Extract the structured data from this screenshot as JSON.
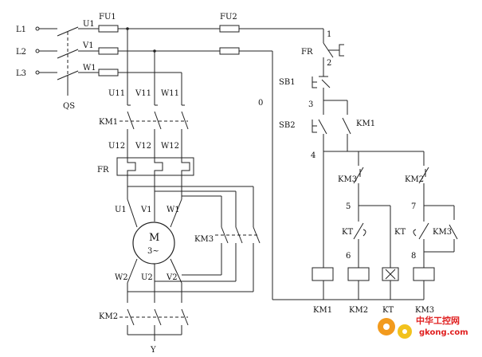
{
  "labels": {
    "l1": "L1",
    "l2": "L2",
    "l3": "L3",
    "qs": "QS",
    "u1": "U1",
    "v1": "V1",
    "w1": "W1",
    "fu1": "FU1",
    "fu2": "FU2",
    "u11": "U11",
    "v11": "V11",
    "w11": "W11",
    "km1_main": "KM1",
    "u12": "U12",
    "v12": "V12",
    "w12": "W12",
    "fr_main": "FR",
    "mu1": "U1",
    "mv1": "V1",
    "mw1": "W1",
    "mw2": "W2",
    "mu2": "U2",
    "mv2": "V2",
    "motor": "M",
    "motor_sub": "3~",
    "km3_main": "KM3",
    "km2_main": "KM2",
    "y": "Y",
    "zero": "0",
    "n1": "1",
    "n2": "2",
    "n3": "3",
    "n4": "4",
    "n5": "5",
    "n6": "6",
    "n7": "7",
    "n8": "8",
    "fr_ctrl": "FR",
    "sb1": "SB1",
    "sb2": "SB2",
    "km1_aux": "KM1",
    "km3_nc": "KM3",
    "km2_nc": "KM2",
    "kt_a": "KT",
    "kt_b": "KT",
    "km3_aux": "KM3",
    "coil_km1": "KM1",
    "coil_km2": "KM2",
    "coil_kt": "KT",
    "coil_km3": "KM3"
  },
  "watermark": {
    "brand": "中华工控网",
    "url": "gkong.com"
  },
  "colors": {
    "line": "#222222",
    "logo_red": "#e02020",
    "logo_orange": "#f29a1d"
  }
}
